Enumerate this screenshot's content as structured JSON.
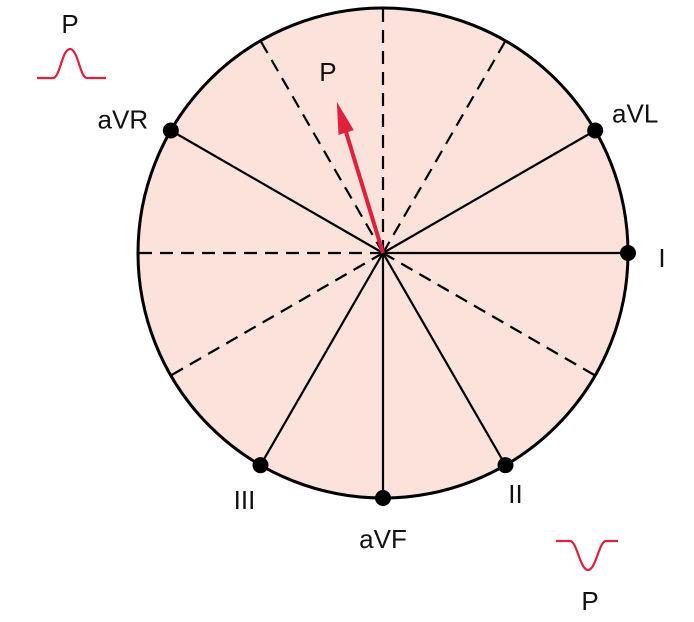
{
  "colors": {
    "fill": "#fbe3dc",
    "stroke": "#000000",
    "vector": "#e0203c"
  },
  "leads": [
    {
      "label": "I",
      "angle_deg": 0
    },
    {
      "label": "aVL",
      "angle_deg": -30
    },
    {
      "label": "aVR",
      "angle_deg": -150
    },
    {
      "label": "II",
      "angle_deg": 60
    },
    {
      "label": "aVF",
      "angle_deg": 90
    },
    {
      "label": "III",
      "angle_deg": 120
    }
  ],
  "dashed_axes_deg": [
    -90,
    -60,
    -120,
    180,
    150,
    30
  ],
  "vector": {
    "label": "P",
    "angle_deg": -107
  },
  "waveforms": {
    "upright": {
      "label": "P",
      "icon": "upright-p-wave-icon"
    },
    "inverted": {
      "label": "P",
      "icon": "inverted-p-wave-icon"
    }
  }
}
